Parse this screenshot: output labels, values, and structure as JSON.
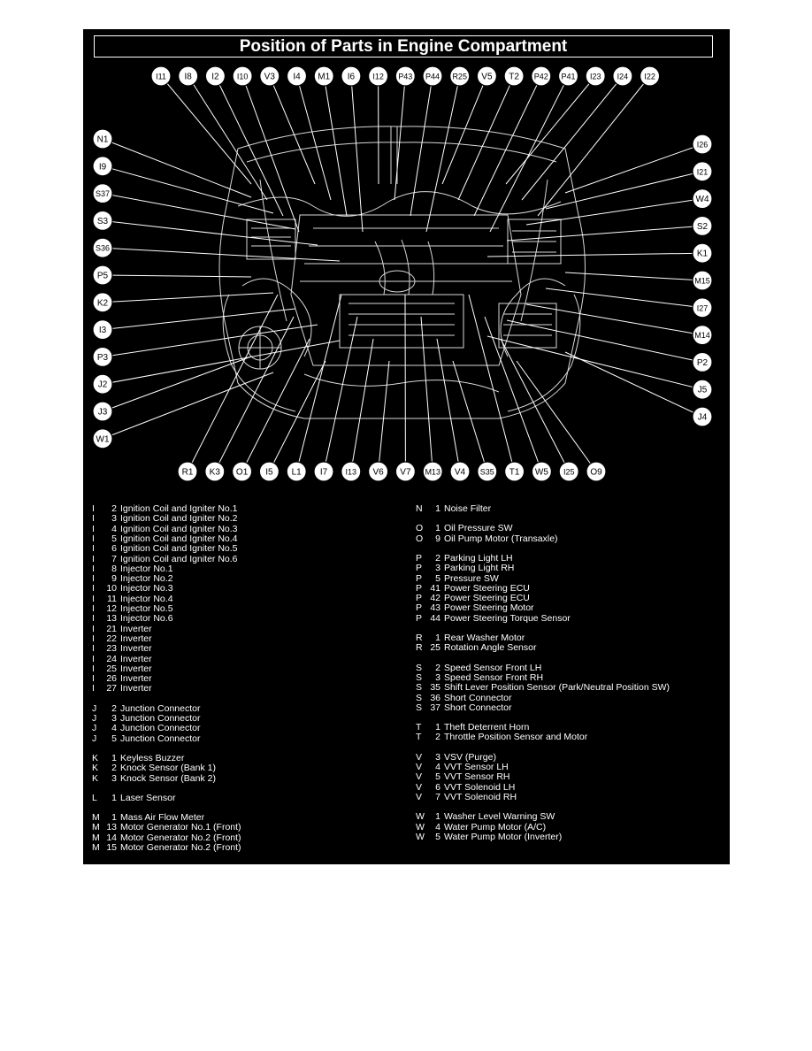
{
  "title": "Position of Parts in Engine Compartment",
  "callouts": {
    "top": [
      "I11",
      "I8",
      "I2",
      "I10",
      "V3",
      "I4",
      "M1",
      "I6",
      "I12",
      "P43",
      "P44",
      "R25",
      "V5",
      "T2",
      "P42",
      "P41",
      "I23",
      "I24",
      "I22"
    ],
    "left": [
      "N1",
      "I9",
      "S37",
      "S3",
      "S36",
      "P5",
      "K2",
      "I3",
      "P3",
      "J2",
      "J3",
      "W1"
    ],
    "right": [
      "I26",
      "I21",
      "W4",
      "S2",
      "K1",
      "M15",
      "I27",
      "M14",
      "P2",
      "J5",
      "J4"
    ],
    "bottom": [
      "R1",
      "K3",
      "O1",
      "I5",
      "L1",
      "I7",
      "I13",
      "V6",
      "V7",
      "M13",
      "V4",
      "S35",
      "T1",
      "W5",
      "I25",
      "O9"
    ]
  },
  "legend_left": [
    {
      "p": "I",
      "n": "2",
      "name": "Ignition Coil and Igniter No.1"
    },
    {
      "p": "I",
      "n": "3",
      "name": "Ignition Coil and Igniter No.2"
    },
    {
      "p": "I",
      "n": "4",
      "name": "Ignition Coil and Igniter No.3"
    },
    {
      "p": "I",
      "n": "5",
      "name": "Ignition Coil and Igniter No.4"
    },
    {
      "p": "I",
      "n": "6",
      "name": "Ignition Coil and Igniter No.5"
    },
    {
      "p": "I",
      "n": "7",
      "name": "Ignition Coil and Igniter No.6"
    },
    {
      "p": "I",
      "n": "8",
      "name": "Injector No.1"
    },
    {
      "p": "I",
      "n": "9",
      "name": "Injector No.2"
    },
    {
      "p": "I",
      "n": "10",
      "name": "Injector No.3"
    },
    {
      "p": "I",
      "n": "11",
      "name": "Injector No.4"
    },
    {
      "p": "I",
      "n": "12",
      "name": "Injector No.5"
    },
    {
      "p": "I",
      "n": "13",
      "name": "Injector No.6"
    },
    {
      "p": "I",
      "n": "21",
      "name": "Inverter"
    },
    {
      "p": "I",
      "n": "22",
      "name": "Inverter"
    },
    {
      "p": "I",
      "n": "23",
      "name": "Inverter"
    },
    {
      "p": "I",
      "n": "24",
      "name": "Inverter"
    },
    {
      "p": "I",
      "n": "25",
      "name": "Inverter"
    },
    {
      "p": "I",
      "n": "26",
      "name": "Inverter"
    },
    {
      "p": "I",
      "n": "27",
      "name": "Inverter"
    },
    {
      "gap": true
    },
    {
      "p": "J",
      "n": "2",
      "name": "Junction Connector"
    },
    {
      "p": "J",
      "n": "3",
      "name": "Junction Connector"
    },
    {
      "p": "J",
      "n": "4",
      "name": "Junction Connector"
    },
    {
      "p": "J",
      "n": "5",
      "name": "Junction Connector"
    },
    {
      "gap": true
    },
    {
      "p": "K",
      "n": "1",
      "name": "Keyless Buzzer"
    },
    {
      "p": "K",
      "n": "2",
      "name": "Knock Sensor (Bank 1)"
    },
    {
      "p": "K",
      "n": "3",
      "name": "Knock Sensor (Bank 2)"
    },
    {
      "gap": true
    },
    {
      "p": "L",
      "n": "1",
      "name": "Laser Sensor"
    },
    {
      "gap": true
    },
    {
      "p": "M",
      "n": "1",
      "name": "Mass Air Flow Meter"
    },
    {
      "p": "M",
      "n": "13",
      "name": "Motor Generator No.1 (Front)"
    },
    {
      "p": "M",
      "n": "14",
      "name": "Motor Generator No.2 (Front)"
    },
    {
      "p": "M",
      "n": "15",
      "name": "Motor Generator No.2 (Front)"
    }
  ],
  "legend_right": [
    {
      "p": "N",
      "n": "1",
      "name": "Noise Filter"
    },
    {
      "gap": true
    },
    {
      "p": "O",
      "n": "1",
      "name": "Oil Pressure SW"
    },
    {
      "p": "O",
      "n": "9",
      "name": "Oil Pump Motor (Transaxle)"
    },
    {
      "gap": true
    },
    {
      "p": "P",
      "n": "2",
      "name": "Parking Light LH"
    },
    {
      "p": "P",
      "n": "3",
      "name": "Parking Light RH"
    },
    {
      "p": "P",
      "n": "5",
      "name": "Pressure SW"
    },
    {
      "p": "P",
      "n": "41",
      "name": "Power Steering ECU"
    },
    {
      "p": "P",
      "n": "42",
      "name": "Power Steering ECU"
    },
    {
      "p": "P",
      "n": "43",
      "name": "Power Steering Motor"
    },
    {
      "p": "P",
      "n": "44",
      "name": "Power Steering Torque Sensor"
    },
    {
      "gap": true
    },
    {
      "p": "R",
      "n": "1",
      "name": "Rear Washer Motor"
    },
    {
      "p": "R",
      "n": "25",
      "name": "Rotation Angle Sensor"
    },
    {
      "gap": true
    },
    {
      "p": "S",
      "n": "2",
      "name": "Speed Sensor Front LH"
    },
    {
      "p": "S",
      "n": "3",
      "name": "Speed Sensor Front RH"
    },
    {
      "p": "S",
      "n": "35",
      "name": "Shift Lever Position Sensor (Park/Neutral Position SW)"
    },
    {
      "p": "S",
      "n": "36",
      "name": "Short Connector"
    },
    {
      "p": "S",
      "n": "37",
      "name": "Short Connector"
    },
    {
      "gap": true
    },
    {
      "p": "T",
      "n": "1",
      "name": "Theft Deterrent Horn"
    },
    {
      "p": "T",
      "n": "2",
      "name": "Throttle Position Sensor and Motor"
    },
    {
      "gap": true
    },
    {
      "p": "V",
      "n": "3",
      "name": "VSV (Purge)"
    },
    {
      "p": "V",
      "n": "4",
      "name": "VVT Sensor LH"
    },
    {
      "p": "V",
      "n": "5",
      "name": "VVT Sensor RH"
    },
    {
      "p": "V",
      "n": "6",
      "name": "VVT Solenoid LH"
    },
    {
      "p": "V",
      "n": "7",
      "name": "VVT Solenoid RH"
    },
    {
      "gap": true
    },
    {
      "p": "W",
      "n": "1",
      "name": "Washer Level Warning SW"
    },
    {
      "p": "W",
      "n": "4",
      "name": "Water Pump Motor (A/C)"
    },
    {
      "p": "W",
      "n": "5",
      "name": "Water Pump Motor (Inverter)"
    }
  ]
}
